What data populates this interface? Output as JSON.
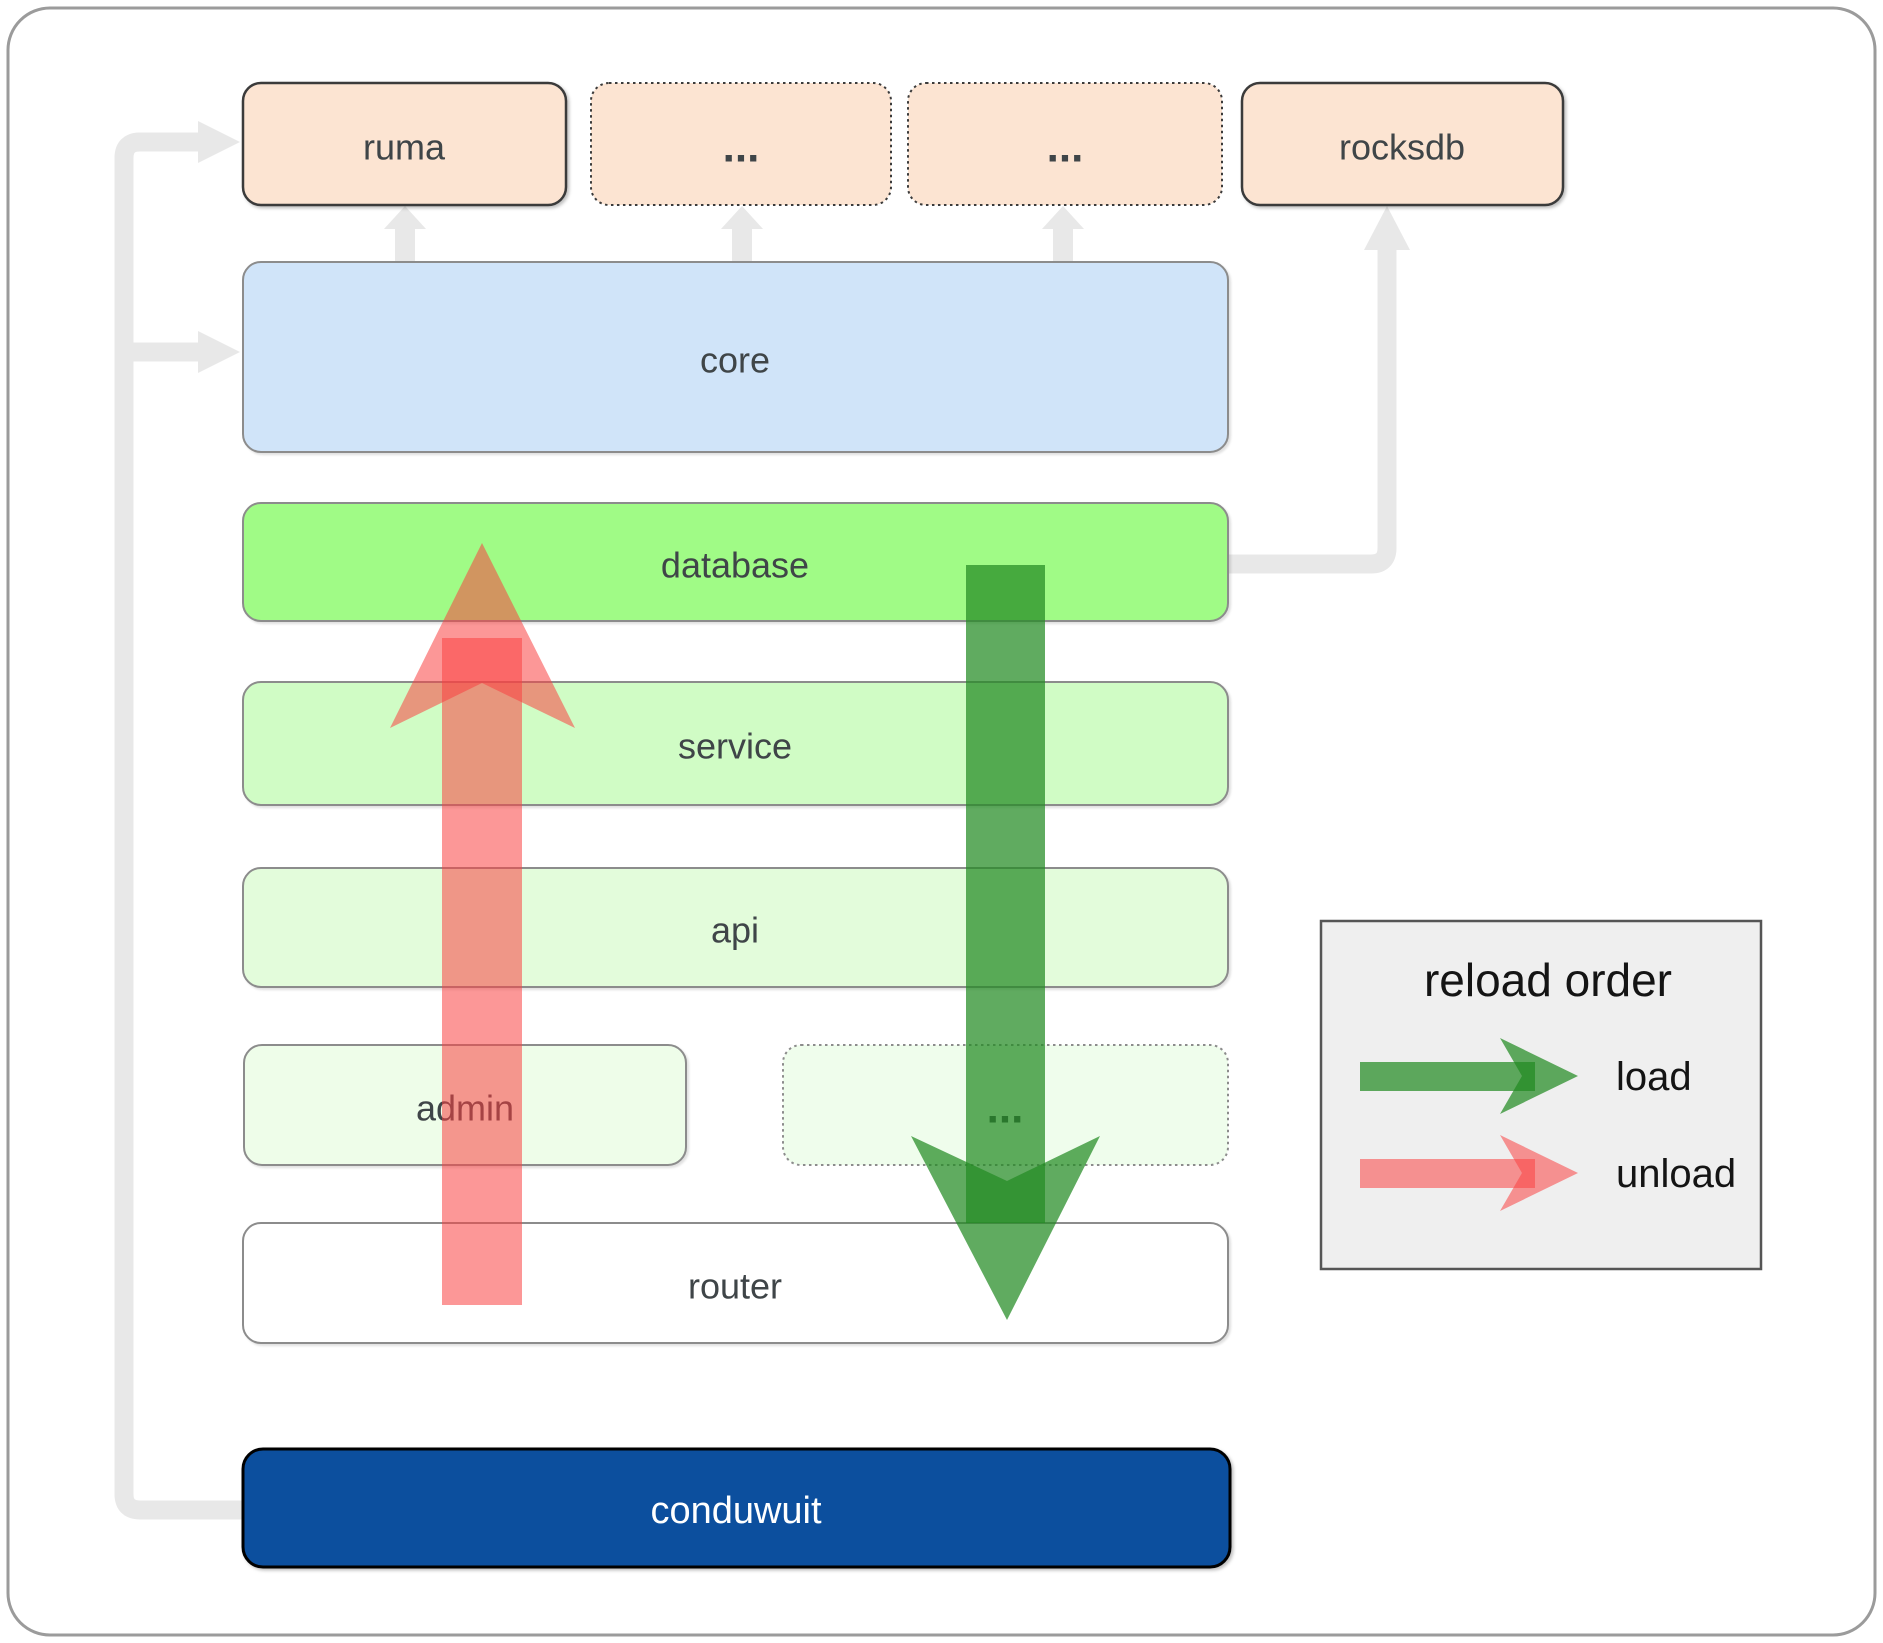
{
  "diagram": {
    "boxes": {
      "ruma": {
        "label": "ruma"
      },
      "dots_top_1": {
        "label": "..."
      },
      "dots_top_2": {
        "label": "..."
      },
      "rocksdb": {
        "label": "rocksdb"
      },
      "core": {
        "label": "core"
      },
      "database": {
        "label": "database"
      },
      "service": {
        "label": "service"
      },
      "api": {
        "label": "api"
      },
      "admin": {
        "label": "admin"
      },
      "dots_admin": {
        "label": "..."
      },
      "router": {
        "label": "router"
      },
      "conduwuit": {
        "label": "conduwuit"
      }
    },
    "legend": {
      "title": "reload order",
      "items": [
        {
          "label": "load",
          "color": "#228B22"
        },
        {
          "label": "unload",
          "color": "#FA4141"
        }
      ]
    },
    "colors": {
      "peach": "#FCE4D2",
      "core_blue": "#D0E4F9",
      "database": "#A0FB86",
      "service": "#D0FCC5",
      "api": "#E3FCDB",
      "admin": "#EEFDE9",
      "dots_admin": "#EFFDEC",
      "router": "#FFFFFF",
      "conduwuit": "#0C4F9E",
      "legend_bg": "#EFEFEF",
      "load_green": "#228B22",
      "unload_red": "#FA4141",
      "connector": "#E8E8E8"
    }
  }
}
